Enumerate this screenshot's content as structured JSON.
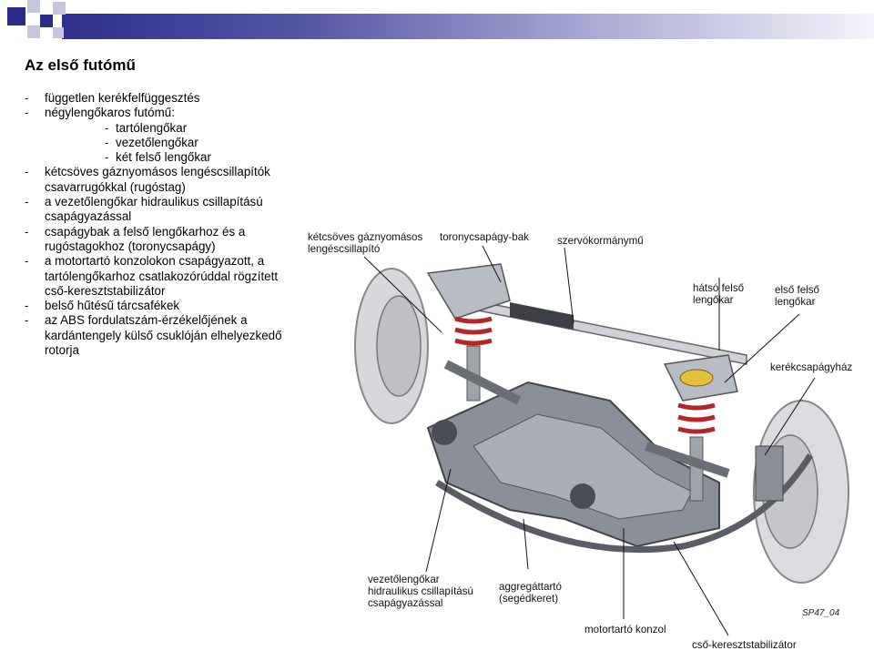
{
  "slide": {
    "title": "Az első futómű",
    "bullets": [
      {
        "text": "független kerékfelfüggesztés",
        "level": 0
      },
      {
        "text": "négylengőkaros futómű:",
        "level": 0
      },
      {
        "text": "tartólengőkar",
        "level": 1
      },
      {
        "text": "vezetőlengőkar",
        "level": 1
      },
      {
        "text": "két felső lengőkar",
        "level": 1
      },
      {
        "text": "kétcsöves gáznyomásos lengéscsillapítók csavarrugókkal (rugóstag)",
        "level": 0
      },
      {
        "text": "a vezetőlengőkar hidraulikus csillapítású csapágyazással",
        "level": 0
      },
      {
        "text": "csapágybak a felső lengőkarhoz és a rugóstagokhoz (toronycsapágy)",
        "level": 0
      },
      {
        "text": "a motortartó konzolokon csapágyazott, a tartólengőkarhoz csatlakozórúddal rögzített cső-keresztstabilizátor",
        "level": 0
      },
      {
        "text": "belső hűtésű tárcsafékek",
        "level": 0
      },
      {
        "text": "az ABS fordulatszám-érzékelőjének a kardántengely külső csuklóján elhelyezkedő rotorja",
        "level": 0
      }
    ]
  },
  "diagram": {
    "labels": {
      "shock": "kétcsöves gáznyomásos\nlengéscsillapító",
      "tower": "toronycsapágy-bak",
      "steering": "szervókormánymű",
      "rear_upper": "hátsó felső\nlengőkar",
      "front_upper": "első felső\nlengőkar",
      "bearing_housing": "kerékcsapágyház",
      "guide_arm": "vezetőlengőkar\nhidraulikus csillapítású\ncsapágyazással",
      "subframe": "aggregáttartó\n(segédkeret)",
      "engine_mount": "motortartó konzol",
      "stabilizer": "cső-keresztstabilizátor",
      "code": "SP47_04"
    }
  }
}
